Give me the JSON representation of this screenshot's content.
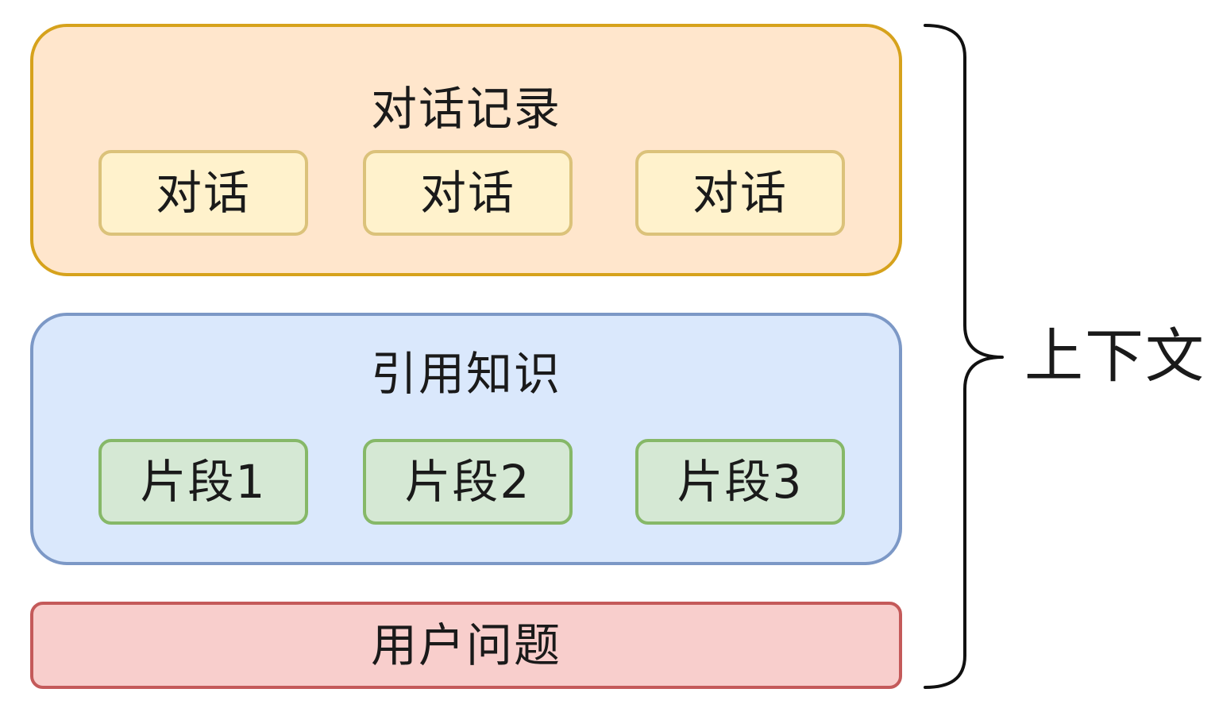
{
  "history": {
    "title": "对话记录",
    "items": [
      "对话",
      "对话",
      "对话"
    ]
  },
  "knowledge": {
    "title": "引用知识",
    "items": [
      "片段1",
      "片段2",
      "片段3"
    ]
  },
  "question": {
    "label": "用户问题"
  },
  "context": {
    "label": "上下文"
  },
  "colors": {
    "history_fill": "#ffe6cc",
    "history_border": "#d6a21c",
    "history_item_fill": "#fff2cc",
    "knowledge_fill": "#dae8fc",
    "knowledge_border": "#7c98c6",
    "knowledge_item_fill": "#d5e8d4",
    "question_fill": "#f8cecc",
    "question_border": "#c45a5a"
  }
}
